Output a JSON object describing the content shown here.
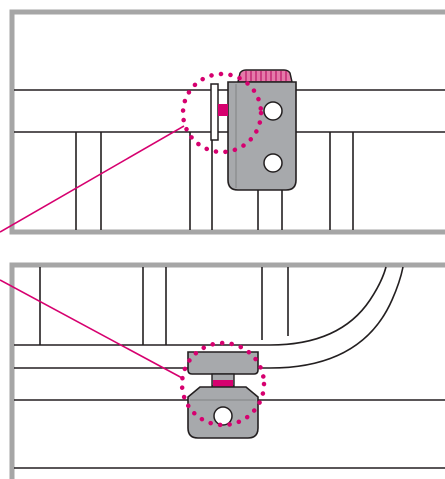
{
  "figure": {
    "panels": [
      {
        "id": "top",
        "subject": "hinge-clip-side-view"
      },
      {
        "id": "bottom",
        "subject": "hinge-clip-front-view"
      }
    ],
    "colors": {
      "frame": "#a6a6a6",
      "line": "#231f20",
      "part_fill": "#a7a9ac",
      "part_dark": "#808285",
      "accent": "#d6006f",
      "accent_light": "#e57aa9",
      "background": "#ffffff"
    },
    "callout_style": "dotted-circle",
    "leader_count": 2
  }
}
